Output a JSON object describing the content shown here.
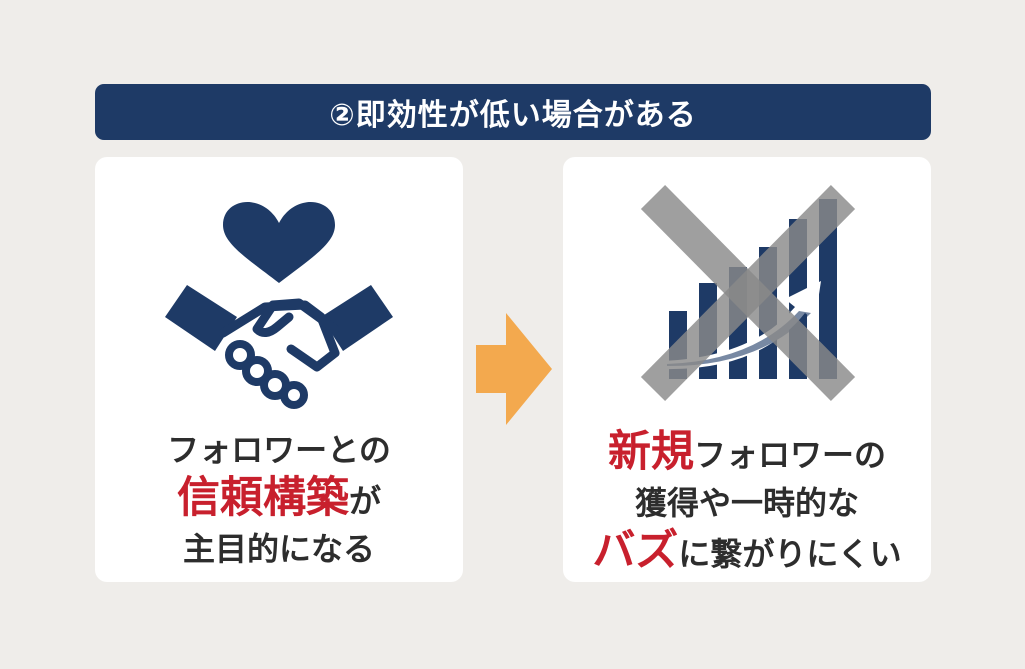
{
  "header": {
    "title": "②即効性が低い場合がある"
  },
  "left_card": {
    "icon": "handshake-heart-icon",
    "line1": "フォロワーとの",
    "line2_em": "信頼構築",
    "line2_rest": "が",
    "line3": "主目的になる"
  },
  "right_card": {
    "icon": "crossed-growth-chart-icon",
    "line1_em": "新規",
    "line1_rest": "フォロワーの",
    "line2": "獲得や一時的な",
    "line3_em": "バズ",
    "line3_rest": "に繋がりにくい"
  },
  "arrow": {
    "icon": "right-arrow-icon"
  },
  "colors": {
    "background": "#efedea",
    "navy": "#1e3a66",
    "accent_red": "#c8202d",
    "arrow_orange": "#f3a94e",
    "cross_gray": "#8a8a8a"
  }
}
